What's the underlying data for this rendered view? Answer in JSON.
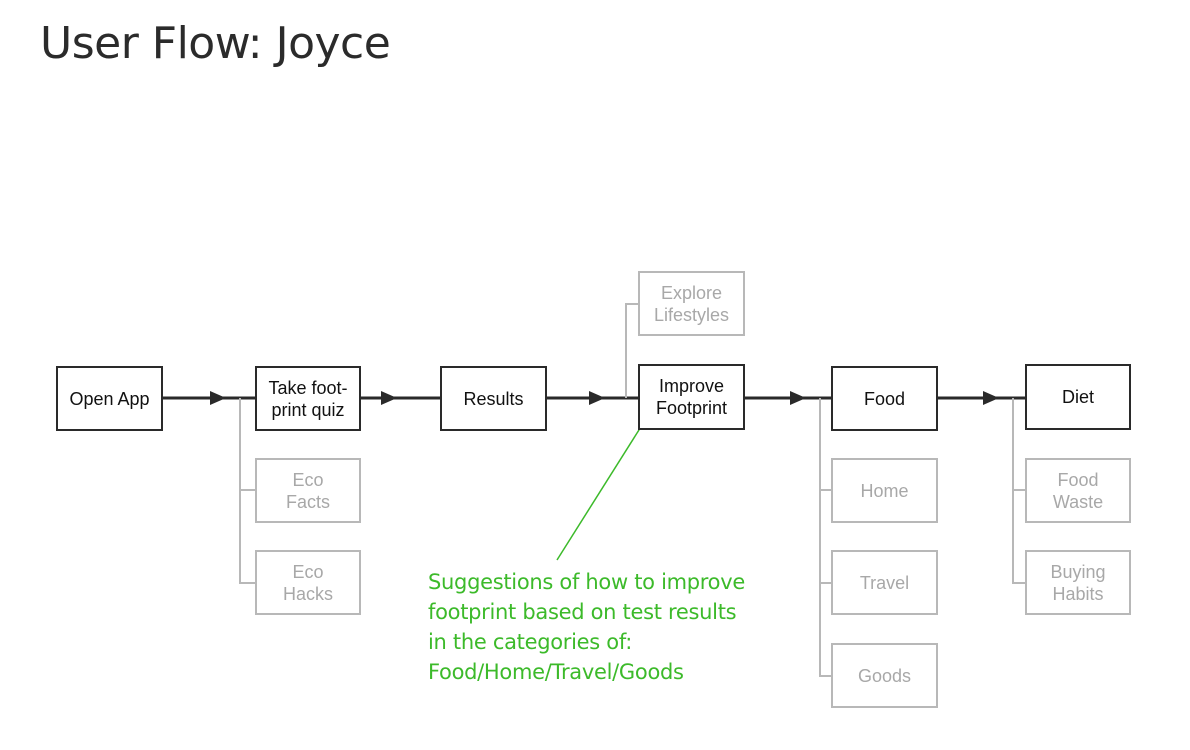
{
  "title": "User Flow: Joyce",
  "colors": {
    "main_border": "#2a2a2a",
    "sub_border": "#b8b8b8",
    "note": "#3cba2a"
  },
  "nodes": {
    "open_app": "Open App",
    "take_quiz": "Take foot-\nprint quiz",
    "results": "Results",
    "improve_footprint": "Improve\nFootprint",
    "food": "Food",
    "diet": "Diet",
    "explore_lifestyles": "Explore\nLifestyles",
    "eco_facts": "Eco\nFacts",
    "eco_hacks": "Eco\nHacks",
    "home": "Home",
    "travel": "Travel",
    "goods": "Goods",
    "food_waste": "Food\nWaste",
    "buying_habits": "Buying\nHabits"
  },
  "note": "Suggestions of how to improve\nfootprint based on test results\nin the categories of:\nFood/Home/Travel/Goods"
}
